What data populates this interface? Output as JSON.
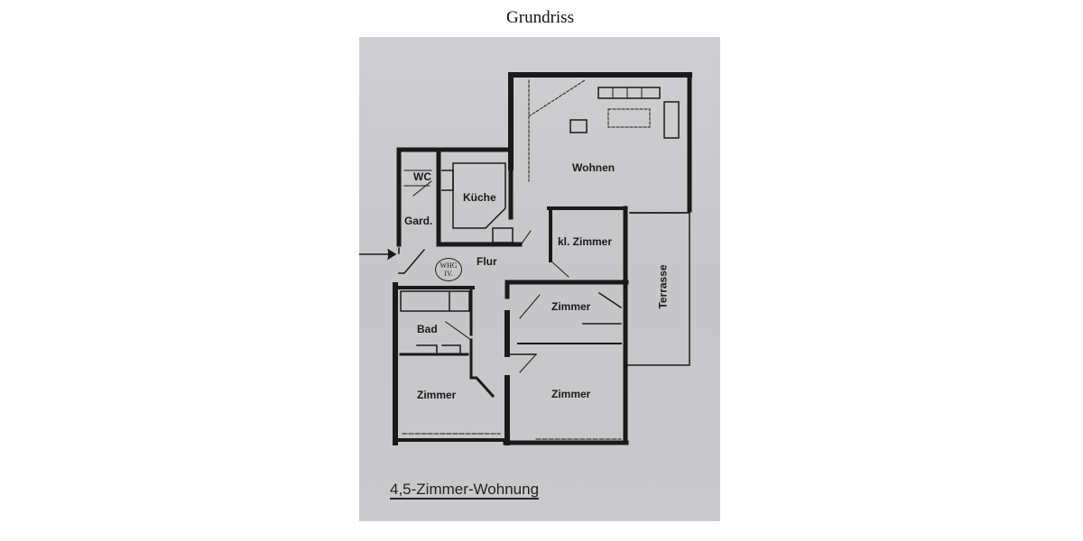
{
  "page": {
    "title": "Grundriss"
  },
  "floorplan": {
    "caption": "4,5-Zimmer-Wohnung",
    "rooms": [
      {
        "id": "wohnen",
        "label": "Wohnen"
      },
      {
        "id": "kueche",
        "label": "Küche"
      },
      {
        "id": "wc",
        "label": "WC"
      },
      {
        "id": "gard",
        "label": "Gard."
      },
      {
        "id": "flur",
        "label": "Flur"
      },
      {
        "id": "kl-zimmer",
        "label": "kl. Zimmer"
      },
      {
        "id": "terrasse",
        "label": "Terrasse"
      },
      {
        "id": "zimmer-mitte",
        "label": "Zimmer"
      },
      {
        "id": "bad",
        "label": "Bad"
      },
      {
        "id": "zimmer-links",
        "label": "Zimmer"
      },
      {
        "id": "zimmer-rechts",
        "label": "Zimmer"
      }
    ],
    "stamp": {
      "line1": "WHG",
      "line2": "IV."
    },
    "colors": {
      "paper": "#c9c9cb",
      "ink": "#1a1a1a"
    }
  }
}
